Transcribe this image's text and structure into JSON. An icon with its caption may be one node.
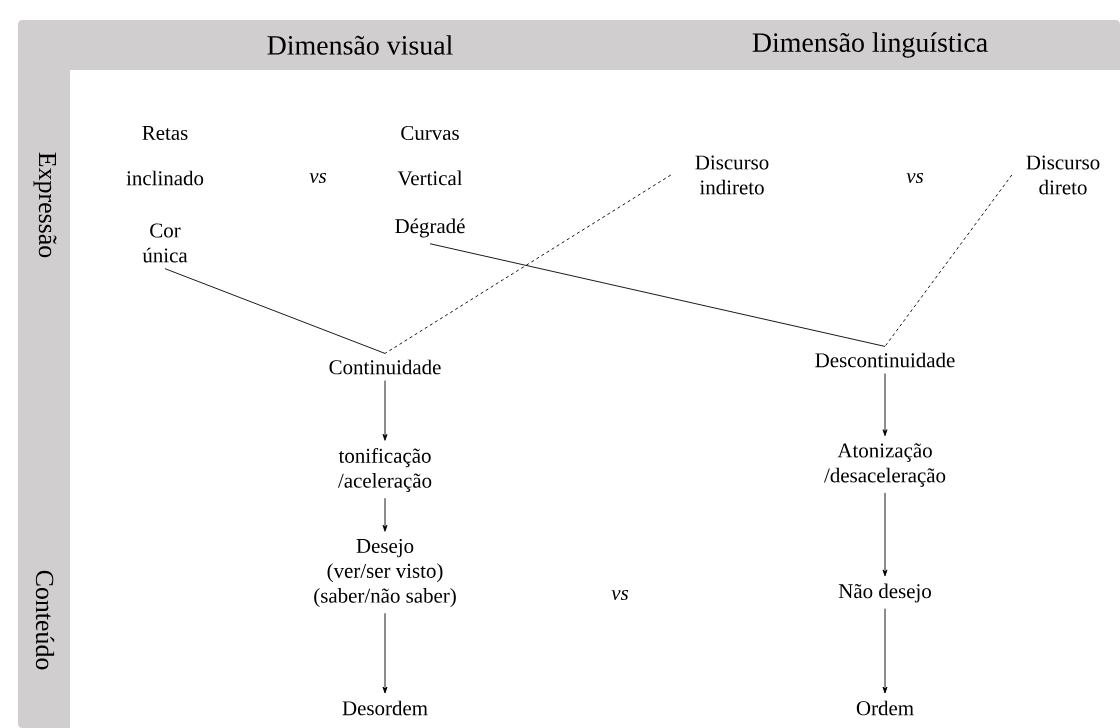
{
  "diagram": {
    "nodes": [
      {
        "text": [
          "Discurso indireto"
        ]
      },
      {
        "text": [
          "Discurso direto"
        ]
      },
      {
        "text": [
          "Cor única"
        ]
      },
      {
        "text": [
          "Dégradé"
        ]
      },
      {
        "text": [
          "Continuidade"
        ]
      },
      {
        "text": [
          "Descontinuidade"
        ]
      },
      {
        "text": [
          "tonificação /aceleração"
        ]
      },
      {
        "text": [
          "Atonização /desaceleração"
        ]
      },
      {
        "text": [
          "Desejo",
          "(ver/ser visto)",
          "(saber/não saber)"
        ]
      },
      {
        "text": [
          "Não desejo"
        ]
      },
      {
        "text": [
          "Desordem"
        ]
      },
      {
        "text": [
          "Ordem"
        ]
      }
    ],
    "edges": [
      {
        "from": 2,
        "to": 4,
        "arrow": "none"
      },
      {
        "from": 0,
        "to": 4,
        "arrow": "none",
        "style": "dashed"
      },
      {
        "from": 3,
        "to": 5,
        "arrow": "none"
      },
      {
        "from": 1,
        "to": 5,
        "arrow": "none",
        "style": "dashed"
      },
      {
        "from": 4,
        "to": 6,
        "arrow": "to"
      },
      {
        "from": 6,
        "to": 8,
        "arrow": "to"
      },
      {
        "from": 8,
        "to": 10,
        "arrow": "to"
      },
      {
        "from": 5,
        "to": 7,
        "arrow": "to"
      },
      {
        "from": 7,
        "to": 9,
        "arrow": "to"
      },
      {
        "from": 9,
        "to": 11,
        "arrow": "to"
      }
    ],
    "labels": [
      "Dimensão visual",
      "Dimensão linguística",
      "Expressão",
      "Retas",
      "Curvas",
      "inclinado",
      "vs",
      "Vertical",
      "vs",
      "Conteúdo",
      "vs"
    ]
  }
}
